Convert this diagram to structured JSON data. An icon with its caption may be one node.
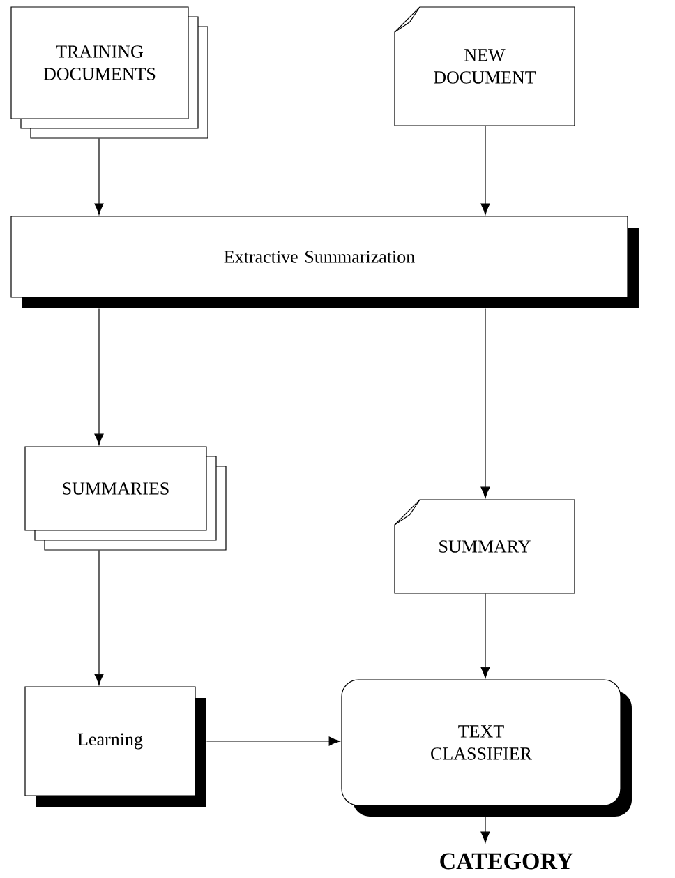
{
  "diagram": {
    "nodes": [
      {
        "text": [
          "TRAINING DOCUMENTS"
        ]
      },
      {
        "text": [
          "NEW DOCUMENT"
        ]
      },
      {
        "text": [
          "Extractive Summarization"
        ]
      },
      {
        "text": [
          "SUMMARIES"
        ]
      },
      {
        "text": [
          "SUMMARY"
        ]
      },
      {
        "text": [
          "Learning"
        ]
      },
      {
        "text": [
          "TEXT CLASSIFIER"
        ]
      },
      {
        "text": [
          "CATEGORY"
        ]
      }
    ],
    "edges": [
      {
        "from": 0,
        "to": 2,
        "arrow": "to"
      },
      {
        "from": 1,
        "to": 2,
        "arrow": "to"
      },
      {
        "from": 2,
        "to": 3,
        "arrow": "to"
      },
      {
        "from": 2,
        "to": 4,
        "arrow": "to"
      },
      {
        "from": 3,
        "to": 5,
        "arrow": "to"
      },
      {
        "from": 4,
        "to": 6,
        "arrow": "to"
      },
      {
        "from": 5,
        "to": 6,
        "arrow": "to"
      },
      {
        "from": 6,
        "to": 7,
        "arrow": "to"
      }
    ]
  }
}
